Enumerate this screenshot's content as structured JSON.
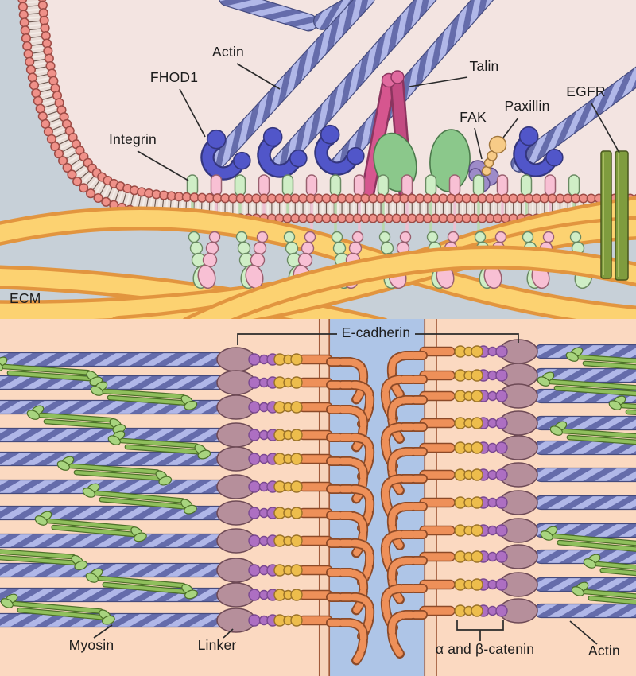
{
  "figure": {
    "type": "cell-biology-illustration",
    "panel_count": 2
  },
  "panels": {
    "focal_adhesion": {
      "name": "focal adhesion / ECM attachment",
      "labels": {
        "actin": "Actin",
        "fhod1": "FHOD1",
        "integrin": "Integrin",
        "talin": "Talin",
        "fak": "FAK",
        "paxillin": "Paxillin",
        "egfr": "EGFR",
        "ecm": "ECM"
      }
    },
    "adherens_junction": {
      "name": "adherens junction (cell-cell)",
      "labels": {
        "e_cadherin": "E-cadherin",
        "myosin": "Myosin",
        "linker": "Linker",
        "catenin": "α and β-catenin",
        "actin": "Actin"
      }
    }
  },
  "colors": {
    "outside_gray": "#c7d0d8",
    "cytoplasm_pink": "#f3e4e1",
    "membrane_head": "#ef9189",
    "membrane_head_outline": "#9c4b45",
    "membrane_band": "#e9ddd7",
    "ecm_fiber_light": "#fcd271",
    "ecm_fiber_dark": "#e2953f",
    "actin_light": "#b0b7e8",
    "actin_dark": "#656cab",
    "actin_outline": "#454b7e",
    "fhod1_blue": "#5156c9",
    "fhod1_outline": "#34367e",
    "talin_pink": "#d6568f",
    "talin_head_green": "#8bc88b",
    "fak_purple": "#9d8bc8",
    "paxillin_yellow": "#f7cb87",
    "egfr_green": "#7f9c3e",
    "integrin_green": "#cfeec6",
    "integrin_pink": "#f8c0d4",
    "junction_bg": "#fbd9c1",
    "junction_blue": "#aec5e7",
    "junction_membrane": "#f7d4bb",
    "junction_membrane_line": "#a15a3a",
    "cadherin_orange": "#ee9059",
    "cadherin_outline": "#8c4a28",
    "catenin_purple": "#ad6fc2",
    "catenin_yellow": "#edbd4c",
    "linker_mauve": "#b68f9b",
    "myosin_green": "#8fbf5c",
    "myosin_head": "#a8d47f",
    "label_color": "#1c1c1c",
    "leader_line": "#2a2a2a"
  }
}
